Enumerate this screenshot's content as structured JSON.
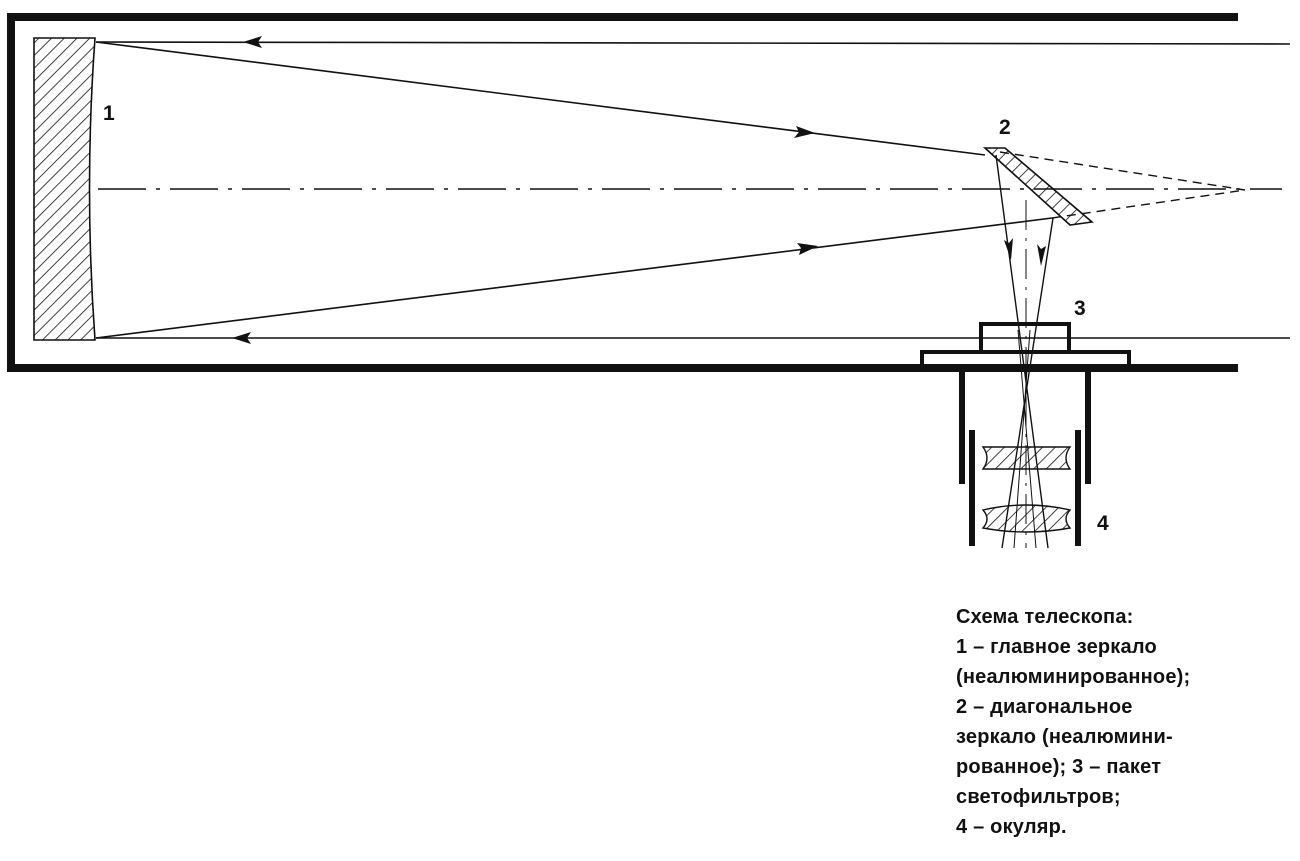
{
  "labels": {
    "primary_mirror": "1",
    "diagonal_mirror": "2",
    "filter_pack": "3",
    "eyepiece": "4"
  },
  "caption": {
    "lines": [
      "Схема телескопа:",
      "1 – главное зеркало",
      "(неалюминированное);",
      "2 – диагональное",
      "зеркало (неалюмини-",
      "рованное); 3 – пакет",
      "светофильтров;",
      "4 – окуляр."
    ]
  },
  "colors": {
    "ink": "#111111",
    "background": "#ffffff"
  }
}
